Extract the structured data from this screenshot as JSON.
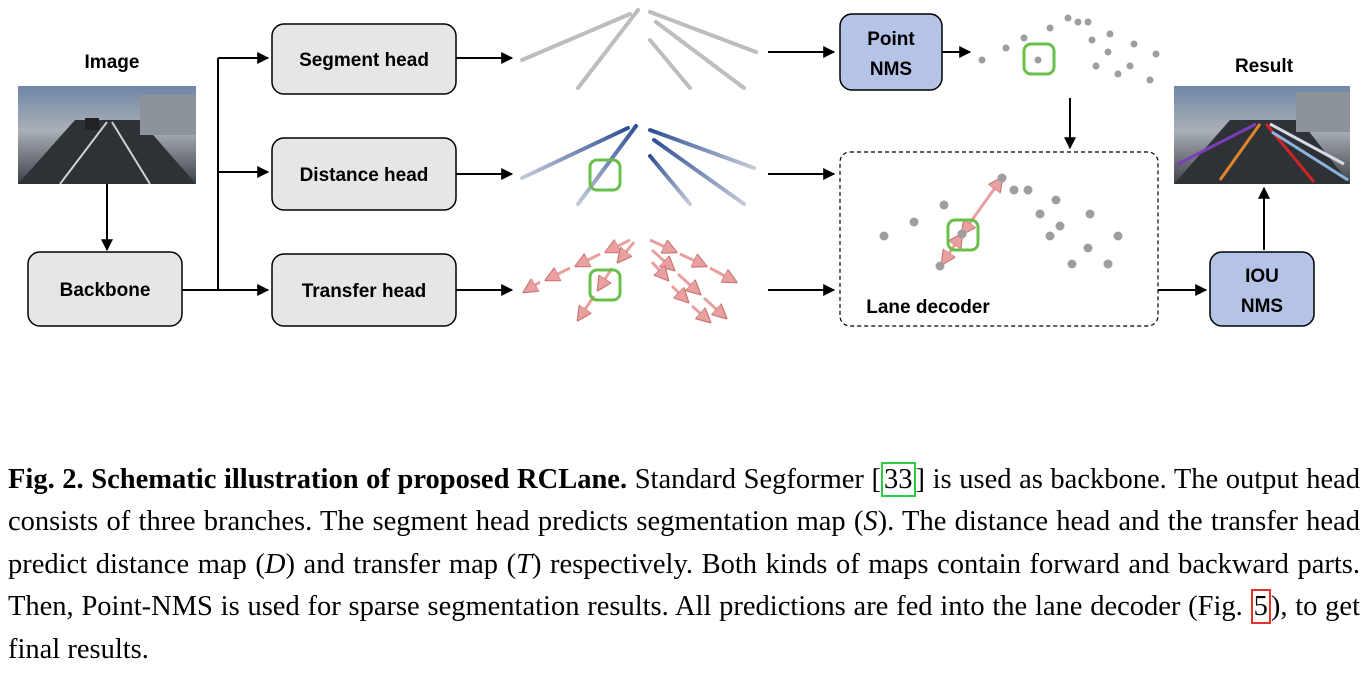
{
  "diagram": {
    "labels": {
      "image": "Image",
      "result": "Result",
      "backbone": "Backbone",
      "segment_head": "Segment head",
      "distance_head": "Distance head",
      "transfer_head": "Transfer head",
      "point_nms_1": "Point",
      "point_nms_2": "NMS",
      "lane_decoder": "Lane decoder",
      "iou_nms_1": "IOU",
      "iou_nms_2": "NMS"
    },
    "colors": {
      "gray_box": "#e6e6e6",
      "blue_box": "#b4c3e6",
      "green_marker": "#6abf4b",
      "segment_lines": "#bdbdbd",
      "distance_lines": "#3a5aa0",
      "transfer_arrows": "#e8a0a0"
    }
  },
  "caption": {
    "fig_label": "Fig. 2.",
    "fig_title": "Schematic illustration of proposed RCLane.",
    "t1": " Standard Segformer [",
    "ref1": "33",
    "t2": "] is used as backbone. The output head consists of three branches. The segment head predicts segmentation map (",
    "S": "S",
    "t3": "). The distance head and the transfer head predict distance map (",
    "D": "D",
    "t4": ") and transfer map (",
    "T": "T",
    "t5": ") respectively. Both kinds of maps contain forward and backward parts. Then, Point-NMS is used for sparse segmentation results. All predictions are fed into the lane decoder (Fig. ",
    "ref2": "5",
    "t6": "), to get final results."
  }
}
